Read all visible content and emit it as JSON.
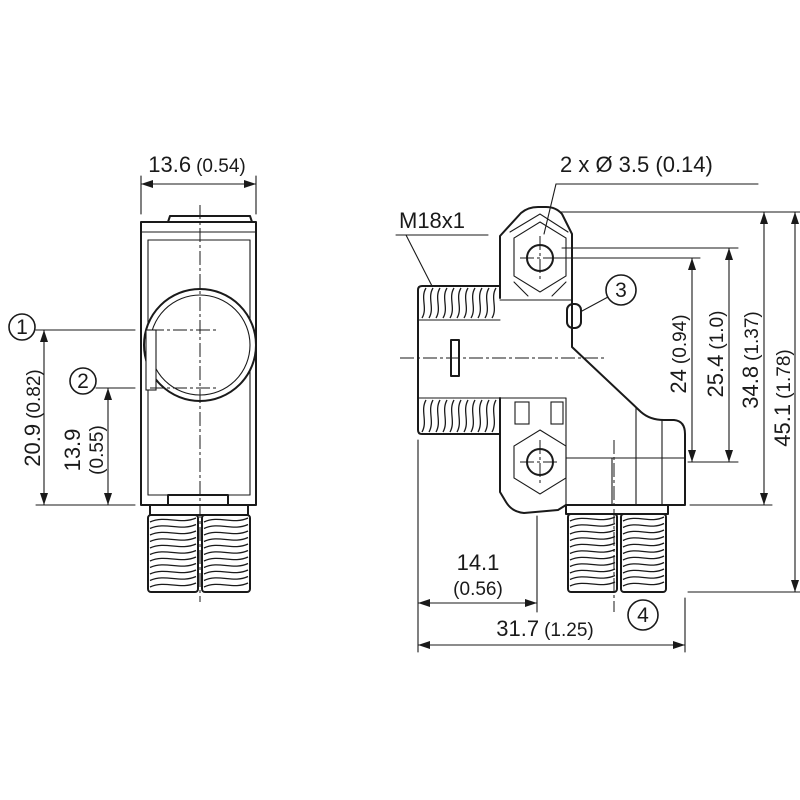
{
  "front_view": {
    "width": {
      "value": "13.6",
      "inch": "(0.54)"
    },
    "axis_1_height": {
      "value": "20.9",
      "inch": "(0.82)"
    },
    "axis_2_height": {
      "value": "13.9",
      "inch": "(0.55)"
    },
    "marker_1": "1",
    "marker_2": "2"
  },
  "side_view": {
    "hole_callout": "2 x Ø 3.5 (0.14)",
    "thread_callout": "M18x1",
    "marker_3": "3",
    "marker_4": "4",
    "hole_spacing": {
      "value": "24",
      "inch": "(0.94)"
    },
    "bracket_height": {
      "value": "25.4",
      "inch": "(1.0)"
    },
    "housing_height": {
      "value": "34.8",
      "inch": "(1.37)"
    },
    "overall_height": {
      "value": "45.1",
      "inch": "(1.78)"
    },
    "barrel_offset": {
      "value": "14.1",
      "inch": "(0.56)"
    },
    "overall_length": {
      "value": "31.7",
      "inch": "(1.25)"
    }
  },
  "colors": {
    "line": "#1a1a1a",
    "background": "#ffffff"
  }
}
